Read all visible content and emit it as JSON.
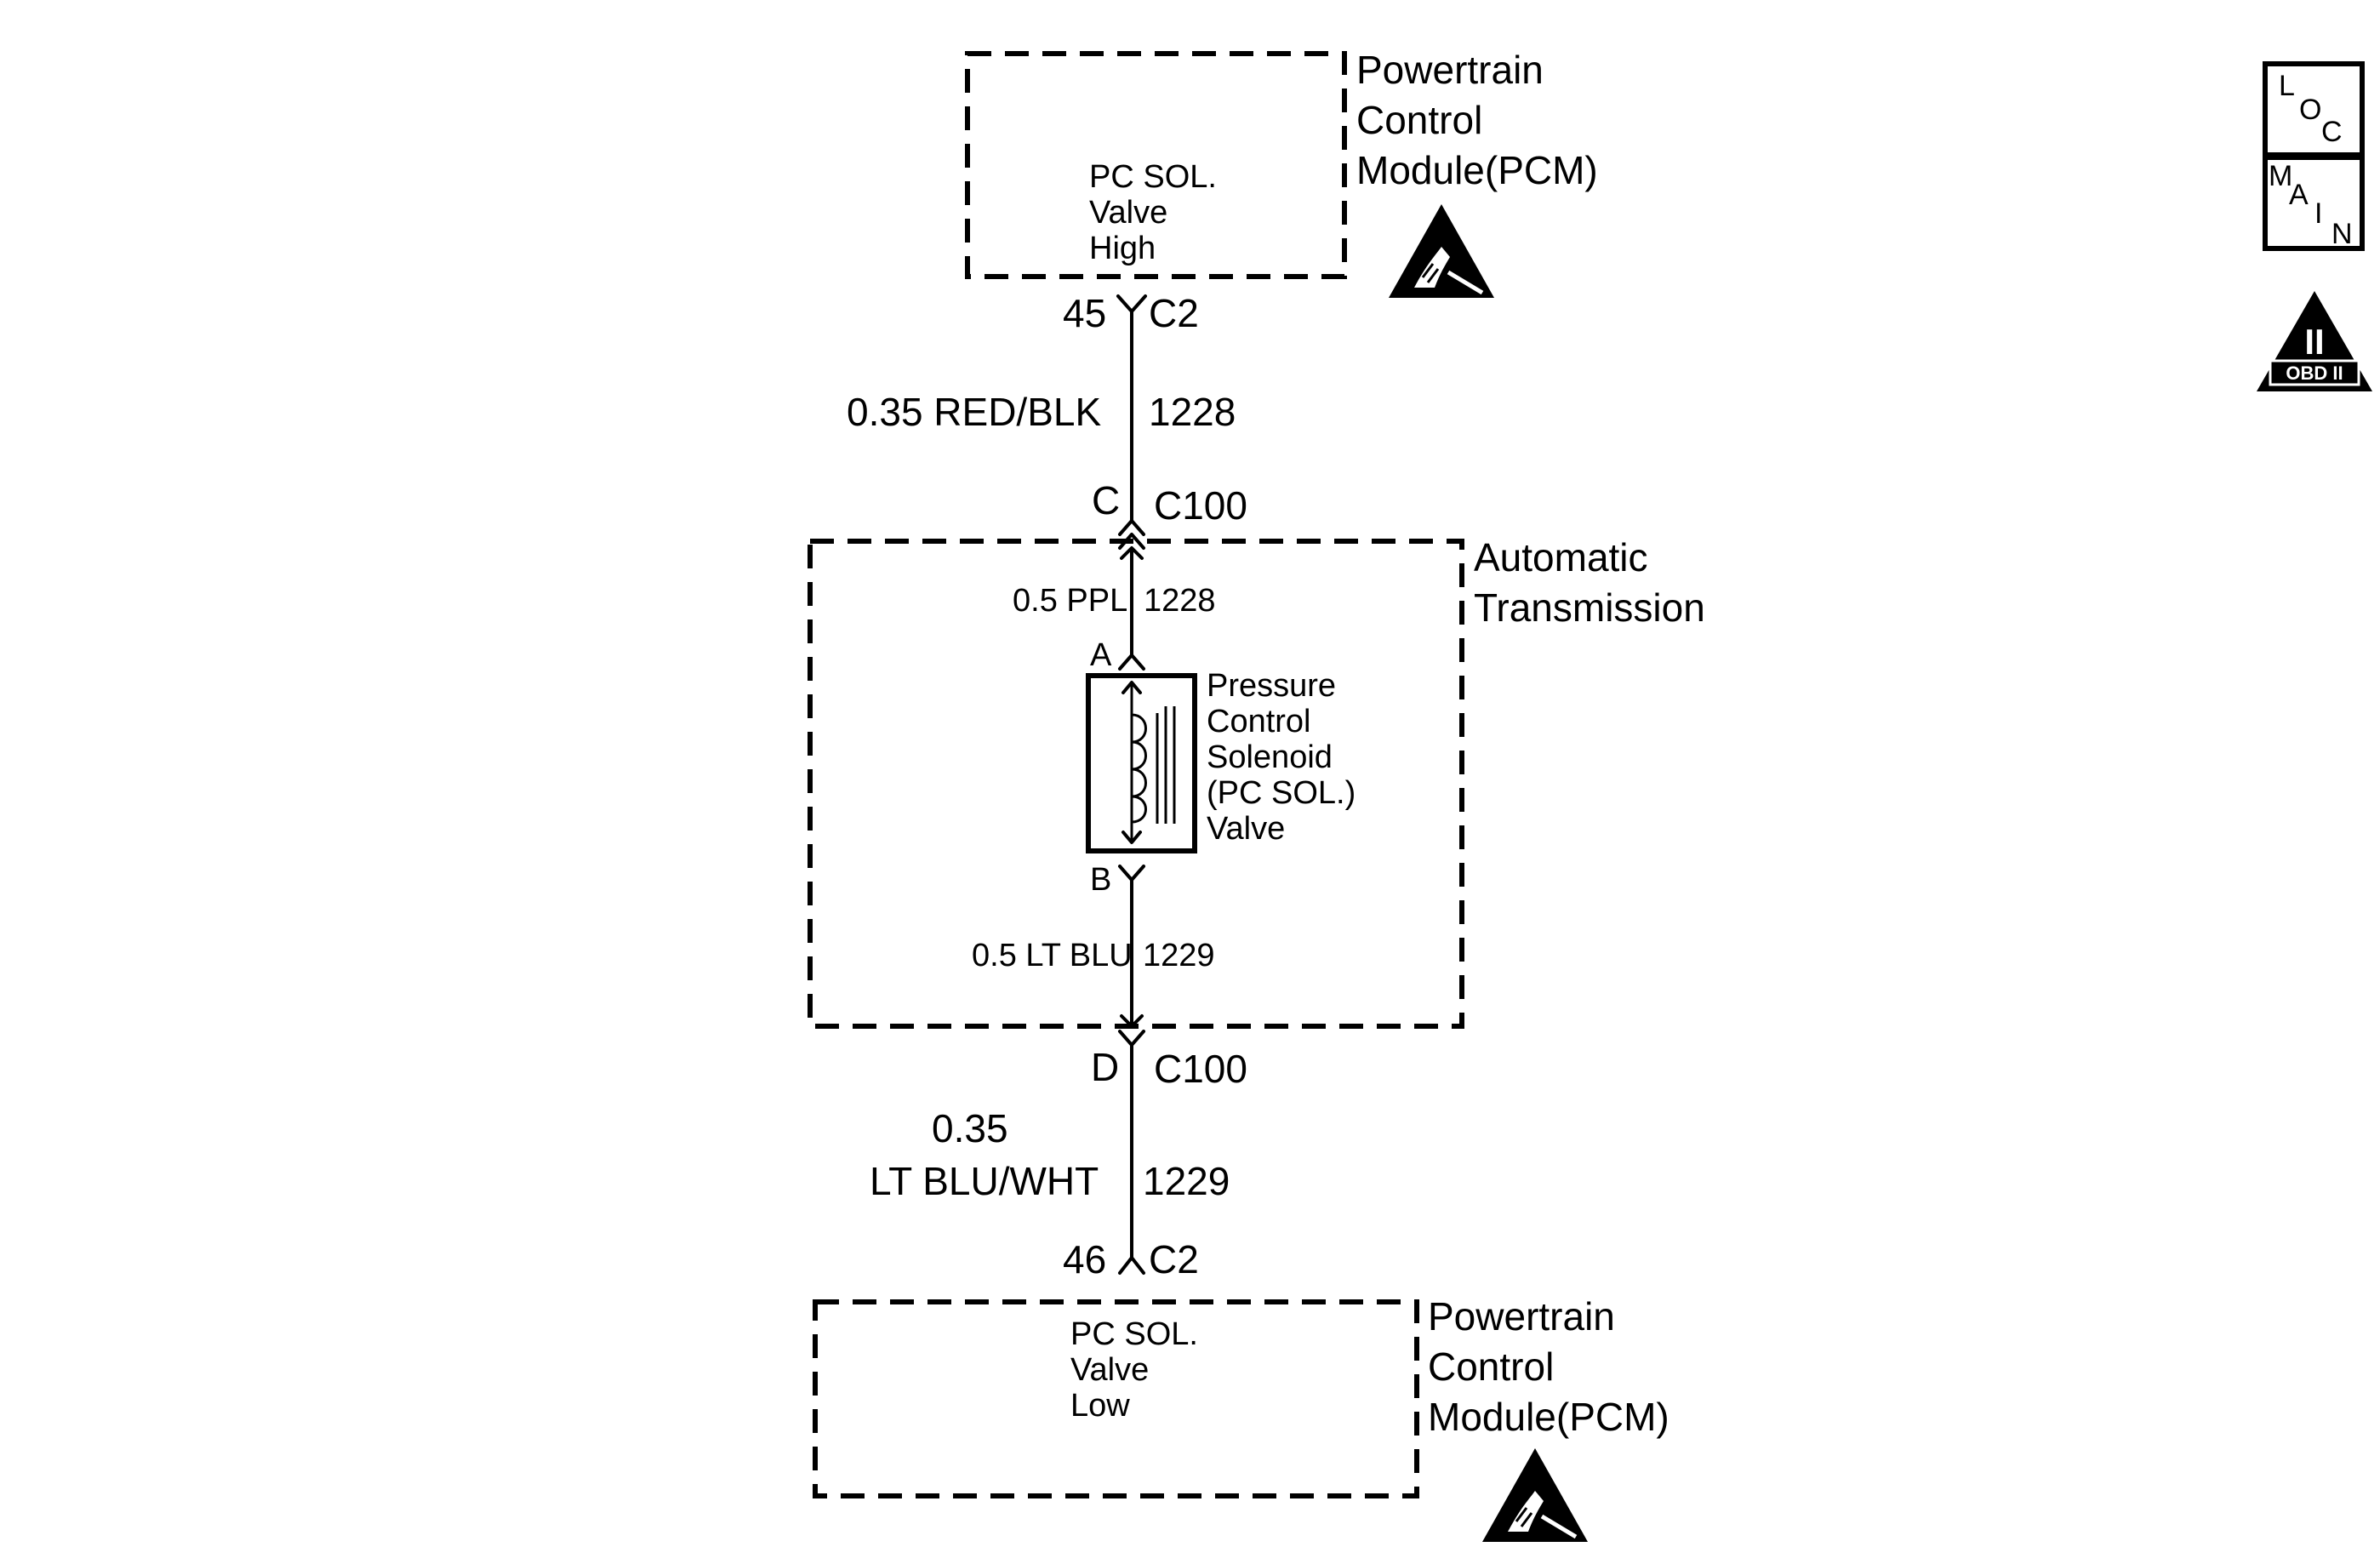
{
  "top_module": {
    "name_line1": "Powertrain",
    "name_line2": "Control",
    "name_line3": "Module(PCM)",
    "terminal_line1": "PC SOL.",
    "terminal_line2": "Valve",
    "terminal_line3": "High",
    "esd_icon": "esd-sensitive-warning-icon"
  },
  "top_connector": {
    "pin": "45",
    "id": "C2"
  },
  "upper_wire": {
    "gauge_color": "0.35 RED/BLK",
    "circuit": "1228"
  },
  "c100_upper": {
    "pin": "C",
    "id": "C100"
  },
  "transmission": {
    "name_line1": "Automatic",
    "name_line2": "Transmission",
    "inner_upper_wire": {
      "gauge_color": "0.5 PPL",
      "circuit": "1228"
    },
    "pin_a": "A",
    "pin_b": "B",
    "inner_lower_wire": {
      "gauge_color": "0.5 LT BLU",
      "circuit": "1229"
    },
    "solenoid": {
      "line1": "Pressure",
      "line2": "Control",
      "line3": "Solenoid",
      "line4": "(PC SOL.)",
      "line5": "Valve"
    }
  },
  "c100_lower": {
    "pin": "D",
    "id": "C100"
  },
  "lower_wire": {
    "gauge": "0.35",
    "color": "LT BLU/WHT",
    "circuit": "1229"
  },
  "bottom_connector": {
    "pin": "46",
    "id": "C2"
  },
  "bottom_module": {
    "name_line1": "Powertrain",
    "name_line2": "Control",
    "name_line3": "Module(PCM)",
    "terminal_line1": "PC SOL.",
    "terminal_line2": "Valve",
    "terminal_line3": "Low",
    "esd_icon": "esd-sensitive-warning-icon"
  },
  "nav_icons": {
    "loc": {
      "l1": "L",
      "l2": "O",
      "l3": "C"
    },
    "main": {
      "l1": "M",
      "l2": "A",
      "l3": "I",
      "l4": "N"
    },
    "obd": {
      "numeral": "II",
      "label": "OBD II"
    }
  }
}
